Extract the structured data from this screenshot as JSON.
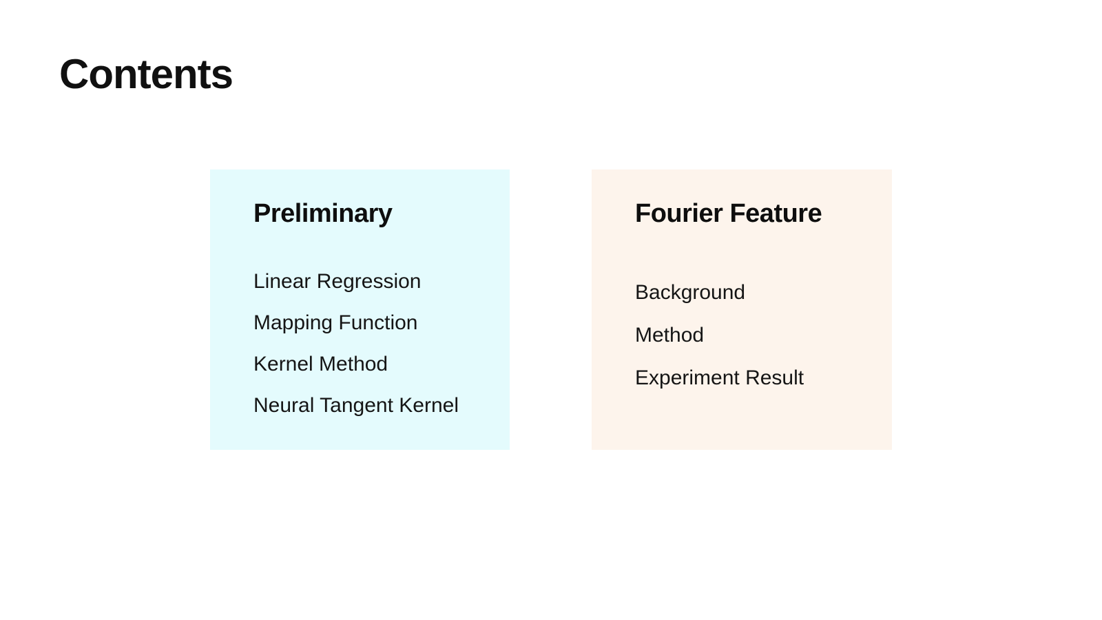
{
  "page": {
    "title": "Contents",
    "background": "#FFFFFF",
    "text_color": "#111111"
  },
  "sections": [
    {
      "title": "Preliminary",
      "background": "#E4FBFD",
      "items": [
        "Linear Regression",
        "Mapping Function",
        "Kernel Method",
        "Neural Tangent Kernel"
      ]
    },
    {
      "title": "Fourier Feature",
      "background": "#FDF4EC",
      "items": [
        "Background",
        "Method",
        "Experiment Result"
      ]
    }
  ]
}
